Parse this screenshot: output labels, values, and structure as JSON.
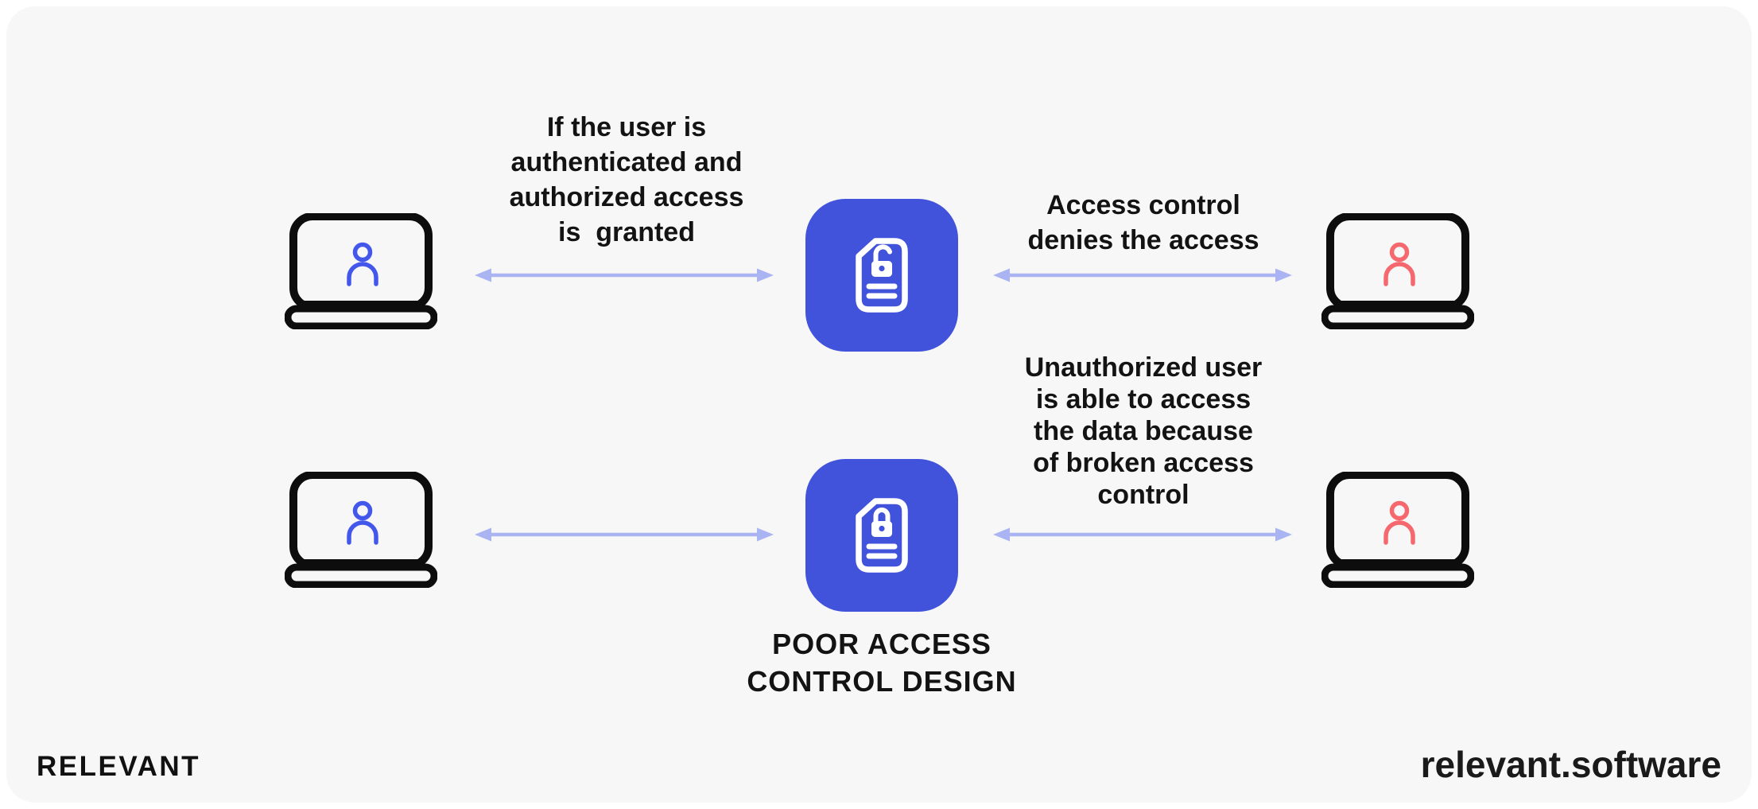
{
  "colors": {
    "page_background": "#ffffff",
    "card_background": "#f7f7f8",
    "tile_blue": "#4152db",
    "authorized_user_blue": "#4457eb",
    "unauthorized_user_coral": "#f5696e",
    "arrow_periwinkle": "#aab4f2",
    "outline_black": "#0d0d0d",
    "text_black": "#131313"
  },
  "top_row": {
    "left_arrow_label_lines": [
      "If the user is",
      "authenticated and",
      "authorized access",
      "is  granted"
    ],
    "right_arrow_label_lines": [
      "Access control",
      "denies the access"
    ]
  },
  "bottom_row": {
    "right_arrow_label_lines": [
      "Unauthorized user",
      "is able to access",
      "the data because",
      "of broken access",
      "control"
    ],
    "tile_caption_lines": [
      "POOR ACCESS",
      "CONTROL DESIGN"
    ]
  },
  "footer": {
    "brand": "RELEVANT",
    "website": "relevant.software"
  },
  "icons": {
    "laptop": "laptop-icon",
    "authorized_user": "user-icon",
    "unauthorized_user": "user-icon",
    "tile_top": "document-unlocked-icon",
    "tile_bottom": "document-locked-icon",
    "arrows": "double-arrow-icon"
  }
}
